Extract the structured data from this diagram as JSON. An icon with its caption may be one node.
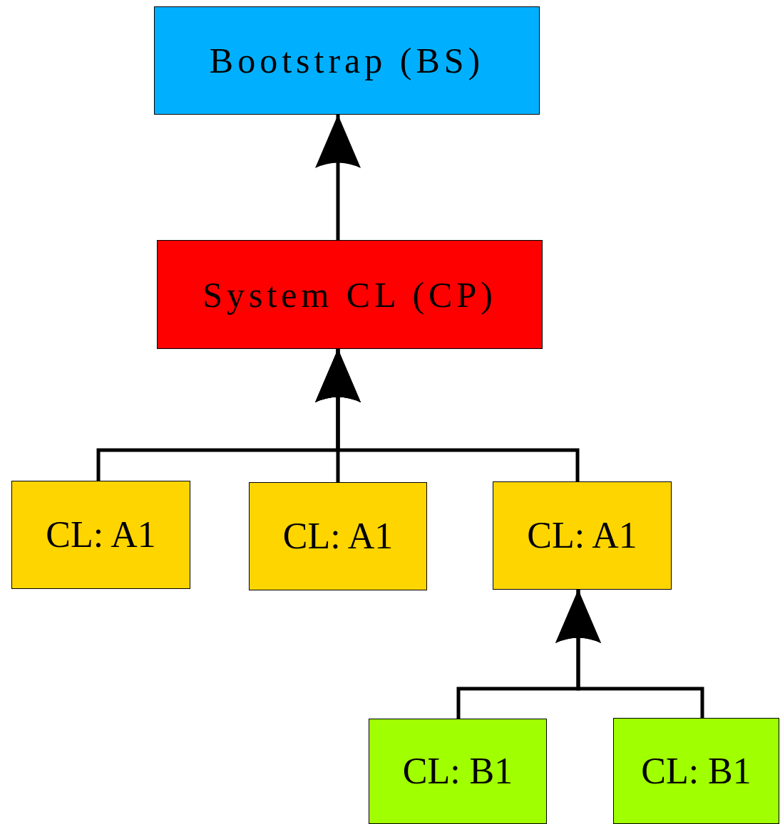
{
  "diagram": {
    "nodes": [
      {
        "text": [
          "Bootstrap (BS)"
        ]
      },
      {
        "text": [
          "System CL (CP)"
        ]
      },
      {
        "text": [
          "CL: A1"
        ]
      },
      {
        "text": [
          "CL: A1"
        ]
      },
      {
        "text": [
          "CL: A1"
        ]
      },
      {
        "text": [
          "CL: B1"
        ]
      },
      {
        "text": [
          "CL: B1"
        ]
      }
    ],
    "edges": [
      {
        "from": 1,
        "to": 0,
        "arrow": "to"
      },
      {
        "from": 2,
        "to": 1,
        "arrow": "to"
      },
      {
        "from": 3,
        "to": 1,
        "arrow": "to"
      },
      {
        "from": 4,
        "to": 1,
        "arrow": "to"
      },
      {
        "from": 5,
        "to": 4,
        "arrow": "to"
      },
      {
        "from": 6,
        "to": 4,
        "arrow": "to"
      }
    ]
  }
}
